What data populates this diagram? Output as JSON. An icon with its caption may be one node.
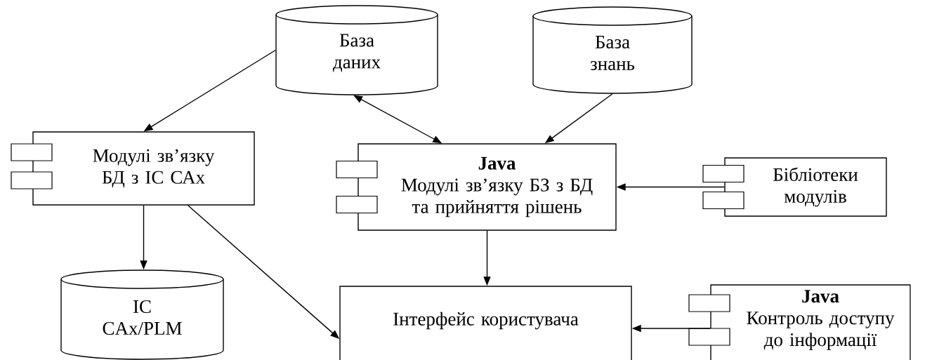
{
  "diagram": {
    "nodes": [
      {
        "text": [
          "База даних"
        ]
      },
      {
        "text": [
          "База знань"
        ]
      },
      {
        "text": [
          "Модулі зв’язку БД з ІС САх"
        ]
      },
      {
        "text": [
          "Java",
          "Модулі зв’язку БЗ з БД та прийняття рішень"
        ]
      },
      {
        "text": [
          "Бібліотеки модулів"
        ]
      },
      {
        "text": [
          "ІС CAx/PLM"
        ]
      },
      {
        "text": [
          "Інтерфейс користувача"
        ]
      },
      {
        "text": [
          "Java",
          "Контроль доступу до інформації"
        ]
      }
    ],
    "edges": [
      {
        "from": 0,
        "to": 2,
        "arrow": "to"
      },
      {
        "from": 0,
        "to": 3,
        "arrow": "both"
      },
      {
        "from": 1,
        "to": 3,
        "arrow": "to"
      },
      {
        "from": 4,
        "to": 3,
        "arrow": "to"
      },
      {
        "from": 2,
        "to": 5,
        "arrow": "to"
      },
      {
        "from": 2,
        "to": 6,
        "arrow": "to"
      },
      {
        "from": 3,
        "to": 6,
        "arrow": "to"
      },
      {
        "from": 7,
        "to": 6,
        "arrow": "to"
      }
    ]
  }
}
